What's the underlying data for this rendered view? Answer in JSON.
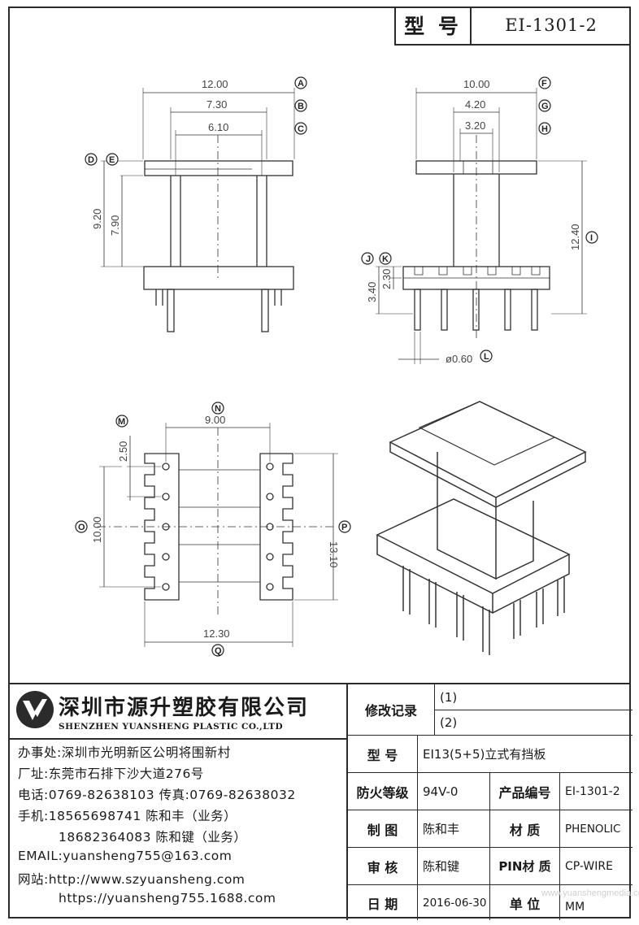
{
  "header": {
    "model_label": "型 号",
    "model_value": "EI-1301-2"
  },
  "drawing": {
    "front": {
      "dims": [
        "12.00",
        "7.30",
        "6.10",
        "9.20",
        "7.90"
      ],
      "markers": [
        "A",
        "B",
        "C",
        "D",
        "E"
      ]
    },
    "side": {
      "dims": [
        "10.00",
        "4.20",
        "3.20",
        "12.40",
        "2.30",
        "3.40"
      ],
      "pin_dia": "ø0.60",
      "markers": [
        "F",
        "G",
        "H",
        "I",
        "J",
        "K",
        "L"
      ]
    },
    "top": {
      "dims": [
        "9.00",
        "2.50",
        "10.00",
        "13.10",
        "12.30"
      ],
      "markers": [
        "M",
        "N",
        "O",
        "P",
        "Q"
      ]
    }
  },
  "company": {
    "name_cn": "深圳市源升塑胶有限公司",
    "name_en": "SHENZHEN YUANSHENG PLASTIC CO.,LTD",
    "office": "办事处:深圳市光明新区公明将围新村",
    "factory": "厂址:东莞市石排下沙大道276号",
    "phone_fax": "电话:0769-82638103 传真:0769-82638032",
    "mobile1": "手机:18565698741 陈和丰（业务）",
    "mobile2": "18682364083 陈和键（业务）",
    "email": "EMAIL:yuansheng755@163.com",
    "website1": "网站:http://www.szyuansheng.com",
    "website2": "https://yuansheng755.1688.com"
  },
  "spec": {
    "revision_label": "修改记录",
    "revisions": [
      "(1)",
      "(2)"
    ],
    "model_label": "型 号",
    "model_value": "EI13(5+5)立式有挡板",
    "fire_label": "防火等级",
    "fire_value": "94V-0",
    "code_label": "产品编号",
    "code_value": "EI-1301-2",
    "drawn_label": "制 图",
    "drawn_value": "陈和丰",
    "material_label": "材 质",
    "material_value": "PHENOLIC",
    "review_label": "审 核",
    "review_value": "陈和键",
    "pin_label": "PIN材 质",
    "pin_value": "CP-WIRE",
    "date_label": "日 期",
    "date_value": "2016-06-30",
    "unit_label": "单 位",
    "unit_value": "MM"
  },
  "watermark": "www.yuanshengmedia.com"
}
